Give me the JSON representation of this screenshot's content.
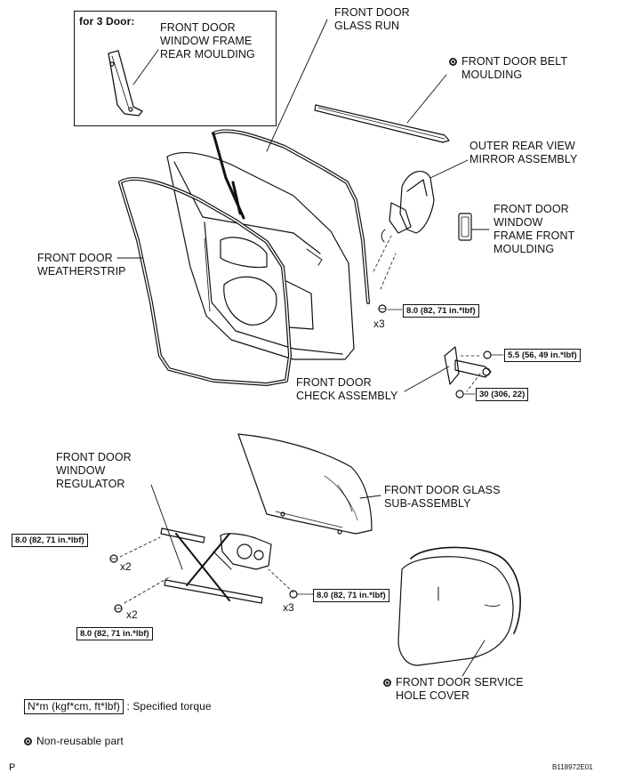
{
  "inset": {
    "heading": "for 3 Door:",
    "part_label": [
      "FRONT DOOR",
      "WINDOW FRAME",
      "REAR MOULDING"
    ]
  },
  "labels": {
    "glass_run": [
      "FRONT DOOR",
      "GLASS RUN"
    ],
    "belt_moulding": [
      "FRONT DOOR BELT",
      "MOULDING"
    ],
    "mirror": [
      "OUTER REAR VIEW",
      "MIRROR ASSEMBLY"
    ],
    "frame_front_moulding": [
      "FRONT DOOR",
      "WINDOW",
      "FRAME FRONT",
      "MOULDING"
    ],
    "weatherstrip": [
      "FRONT DOOR",
      "WEATHERSTRIP"
    ],
    "check_assembly": [
      "FRONT DOOR",
      "CHECK ASSEMBLY"
    ],
    "regulator": [
      "FRONT DOOR",
      "WINDOW",
      "REGULATOR"
    ],
    "glass": [
      "FRONT DOOR GLASS",
      "SUB-ASSEMBLY"
    ],
    "service_cover": [
      "FRONT DOOR SERVICE",
      "HOLE COVER"
    ]
  },
  "torques": {
    "mirror_bolts": "8.0 (82, 71 in.*lbf)",
    "check_upper": "5.5 (56, 49 in.*lbf)",
    "check_lower": "30 (306, 22)",
    "regulator_left_upper": "8.0 (82, 71 in.*lbf)",
    "regulator_right": "8.0 (82, 71 in.*lbf)",
    "regulator_left_lower": "8.0 (82, 71 in.*lbf)"
  },
  "multipliers": {
    "mirror": "x3",
    "regulator_upper": "x2",
    "regulator_lower": "x2",
    "regulator_right": "x3"
  },
  "legend": {
    "torque_unit": "N*m (kgf*cm, ft*lbf)",
    "torque_text": ": Specified torque",
    "nonreusable_text": "Non-reusable part"
  },
  "footer": {
    "left": "P",
    "right": "B118972E01"
  },
  "icons": {
    "nonreusable": "nonreusable-part-icon"
  }
}
